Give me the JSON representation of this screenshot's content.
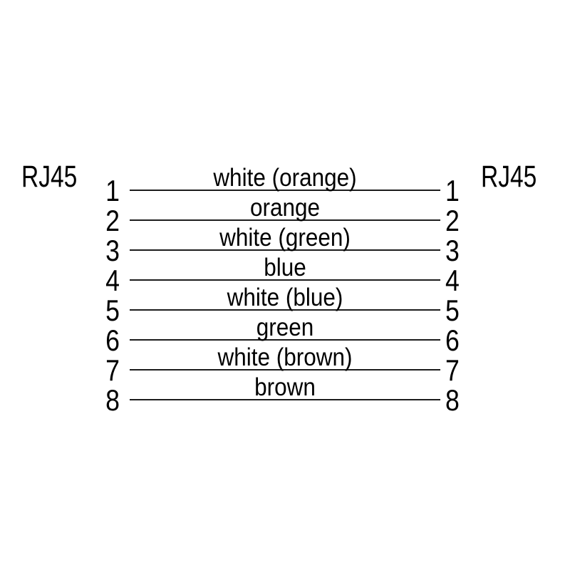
{
  "diagram": {
    "left_connector_label": "RJ45",
    "right_connector_label": "RJ45",
    "pins": [
      {
        "number": "1",
        "wire_label": "white (orange)"
      },
      {
        "number": "2",
        "wire_label": "orange"
      },
      {
        "number": "3",
        "wire_label": "white (green)"
      },
      {
        "number": "4",
        "wire_label": "blue"
      },
      {
        "number": "5",
        "wire_label": "white (blue)"
      },
      {
        "number": "6",
        "wire_label": "green"
      },
      {
        "number": "7",
        "wire_label": "white (brown)"
      },
      {
        "number": "8",
        "wire_label": "brown"
      }
    ],
    "colors": {
      "background": "#ffffff",
      "text": "#000000",
      "line": "#1c1c1c"
    }
  }
}
